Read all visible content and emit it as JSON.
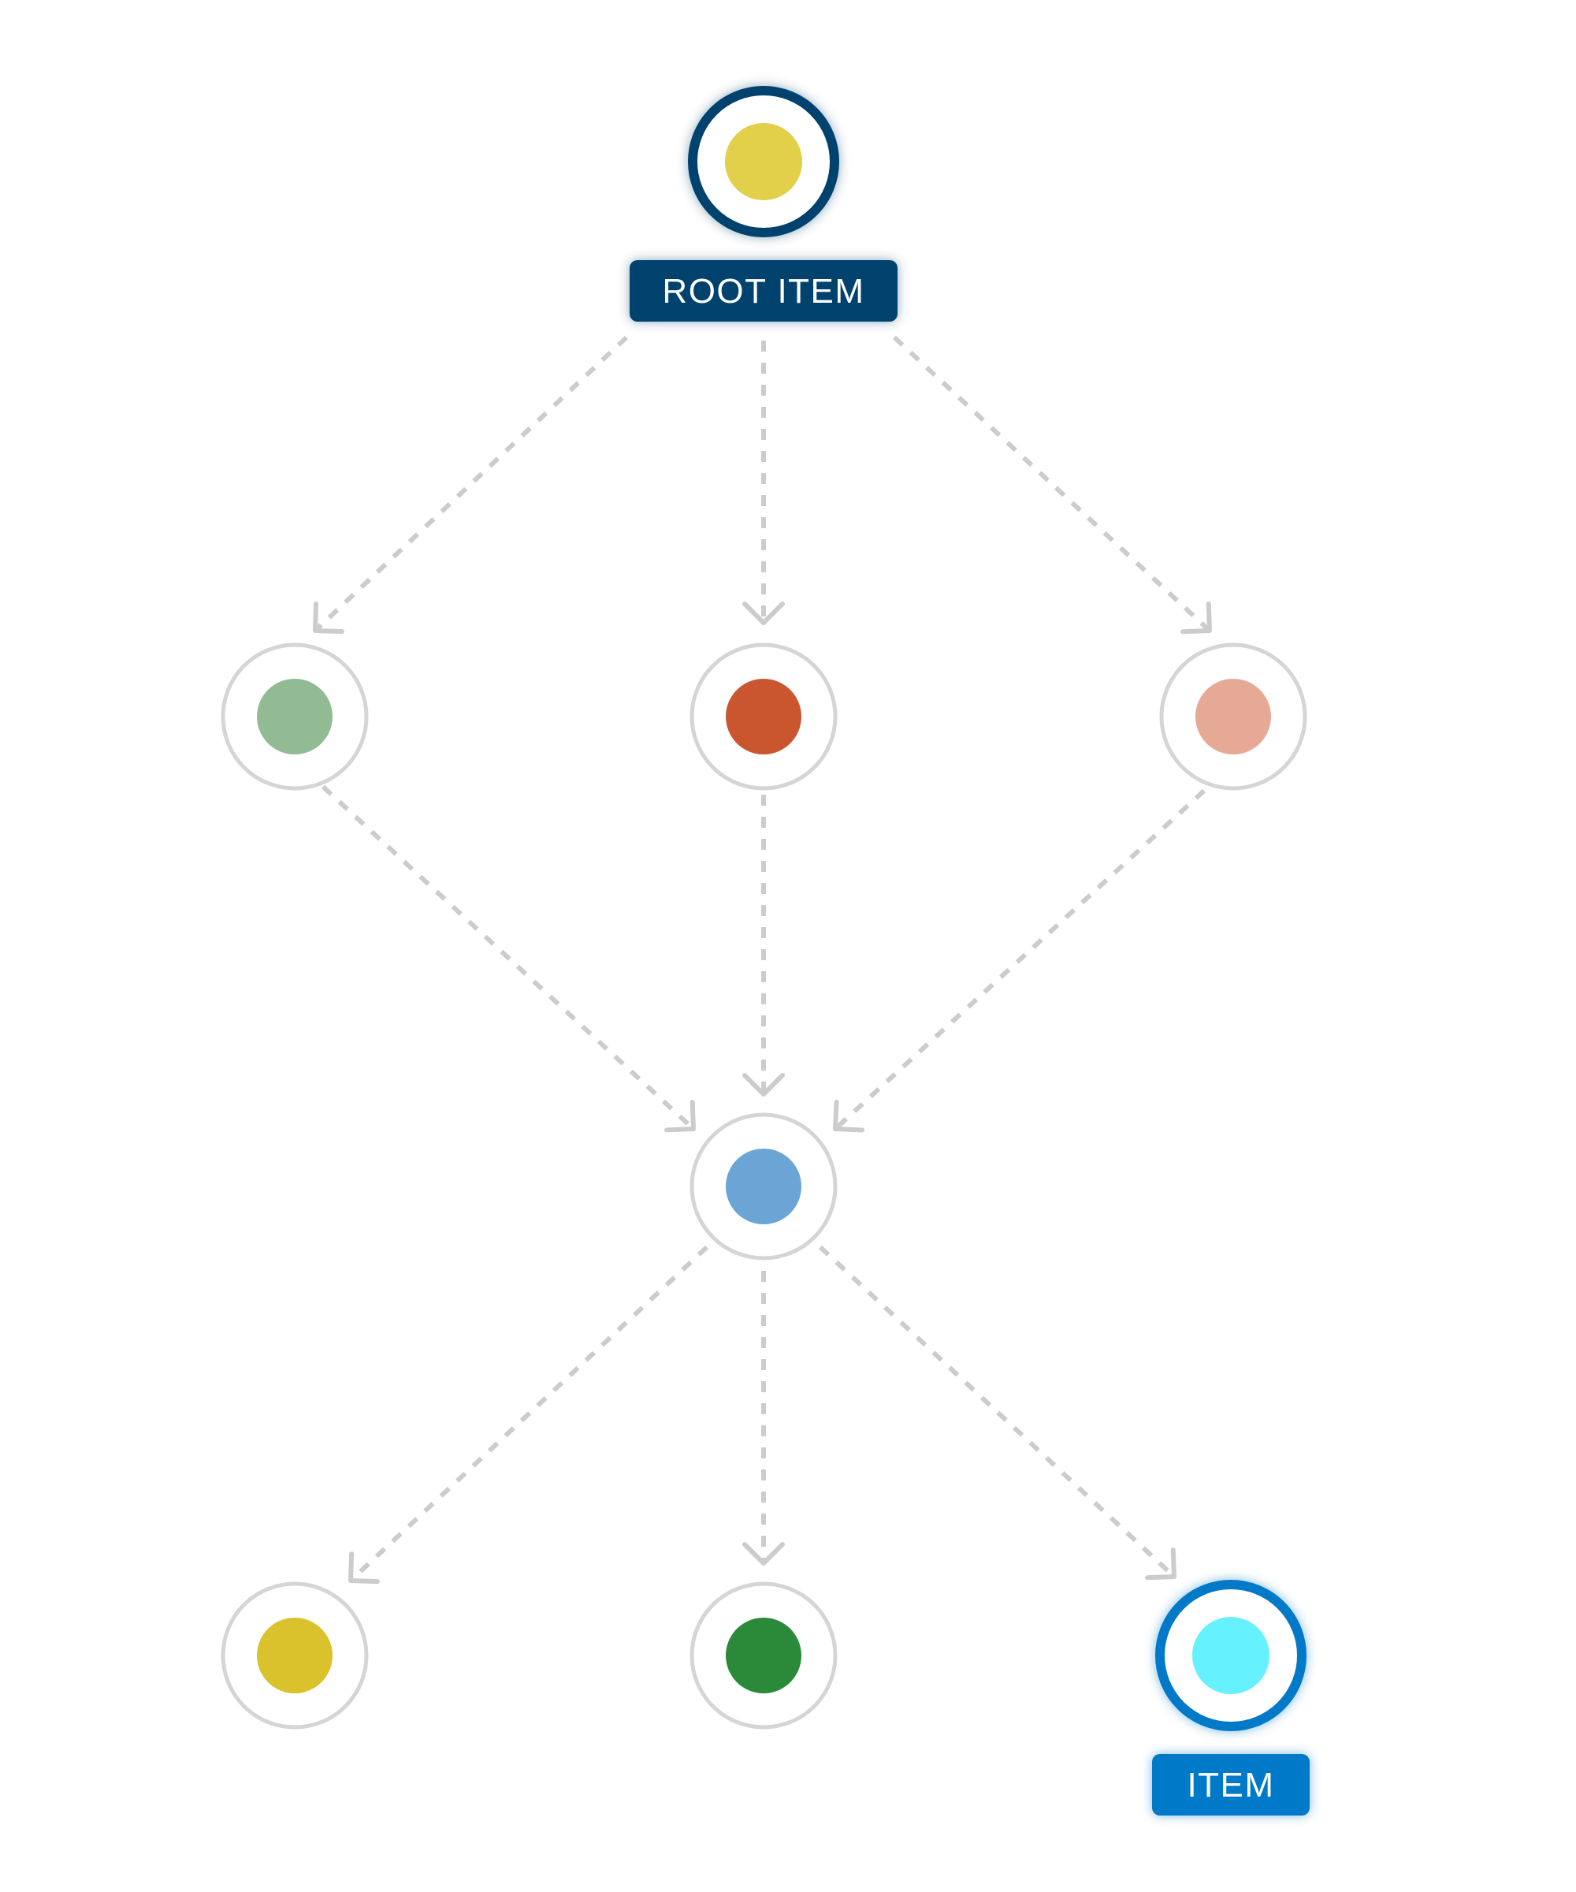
{
  "diagram": {
    "edge_color": "#cccccc",
    "node_ring_color": "#d5d5d5",
    "nodes": [
      {
        "id": "root",
        "name": "root-node",
        "dot_color": "#e2cf4a",
        "label": "ROOT ITEM",
        "selected": true,
        "ring_color": "#00426e",
        "label_bg": "#00426e"
      },
      {
        "id": "mid-l",
        "name": "green-node",
        "dot_color": "#93bb93",
        "label": "",
        "selected": false
      },
      {
        "id": "mid-c",
        "name": "orange-node",
        "dot_color": "#c9562e",
        "label": "",
        "selected": false
      },
      {
        "id": "mid-r",
        "name": "salmon-node",
        "dot_color": "#e6a996",
        "label": "",
        "selected": false
      },
      {
        "id": "hub",
        "name": "blue-node",
        "dot_color": "#6aa5d5",
        "label": "",
        "selected": false
      },
      {
        "id": "leaf-l",
        "name": "mustard-node",
        "dot_color": "#d9c22b",
        "label": "",
        "selected": false
      },
      {
        "id": "leaf-c",
        "name": "dark-green-node",
        "dot_color": "#2a8a3a",
        "label": "",
        "selected": false
      },
      {
        "id": "leaf-r",
        "name": "cyan-node",
        "dot_color": "#66f1ff",
        "label": "ITEM",
        "selected": true,
        "ring_color": "#0679c9",
        "label_bg": "#0679c9"
      }
    ],
    "edges": [
      {
        "from": "root",
        "to": "mid-l"
      },
      {
        "from": "root",
        "to": "mid-c"
      },
      {
        "from": "root",
        "to": "mid-r"
      },
      {
        "from": "mid-l",
        "to": "hub"
      },
      {
        "from": "mid-c",
        "to": "hub"
      },
      {
        "from": "mid-r",
        "to": "hub"
      },
      {
        "from": "hub",
        "to": "leaf-l"
      },
      {
        "from": "hub",
        "to": "leaf-c"
      },
      {
        "from": "hub",
        "to": "leaf-r"
      }
    ]
  }
}
